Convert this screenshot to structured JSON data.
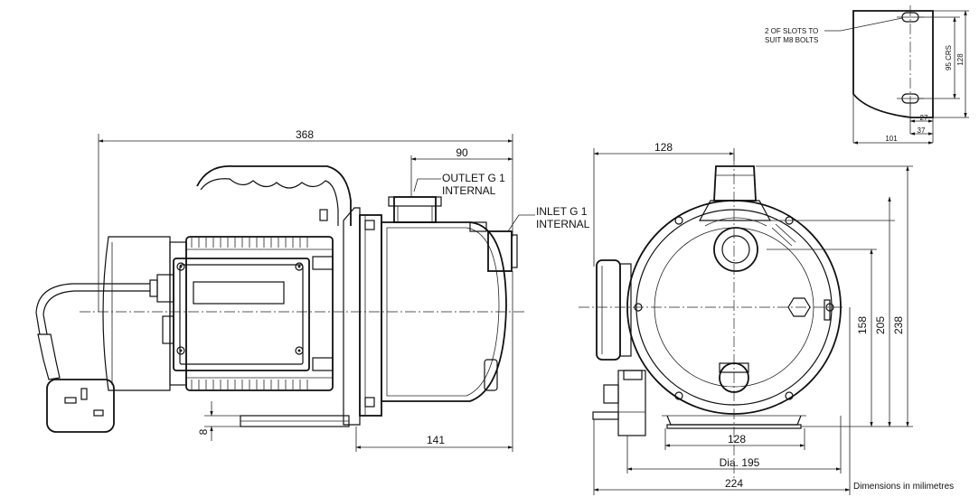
{
  "dimensions": {
    "side_length": "368",
    "outlet_offset": "90",
    "inlet_to_base": "141",
    "foot_height": "8",
    "front_width_top": "128",
    "front_base_width": "128",
    "front_base_diameter": "Dia. 195",
    "front_total_width": "224",
    "front_height_outlet_axis": "158",
    "front_height_205": "205",
    "front_height_total": "238",
    "bracket_slot_crs": "95 CRS",
    "bracket_height": "128",
    "bracket_depth_27": "27",
    "bracket_depth_37": "37",
    "bracket_width_101": "101"
  },
  "labels": {
    "outlet_line1": "OUTLET G 1",
    "outlet_line2": "INTERNAL",
    "inlet_line1": "INLET G 1",
    "inlet_line2": "INTERNAL",
    "slots_line1": "2 OF SLOTS TO",
    "slots_line2": "SUIT M8 BOLTS",
    "units_note": "Dimensions in milimetres"
  }
}
